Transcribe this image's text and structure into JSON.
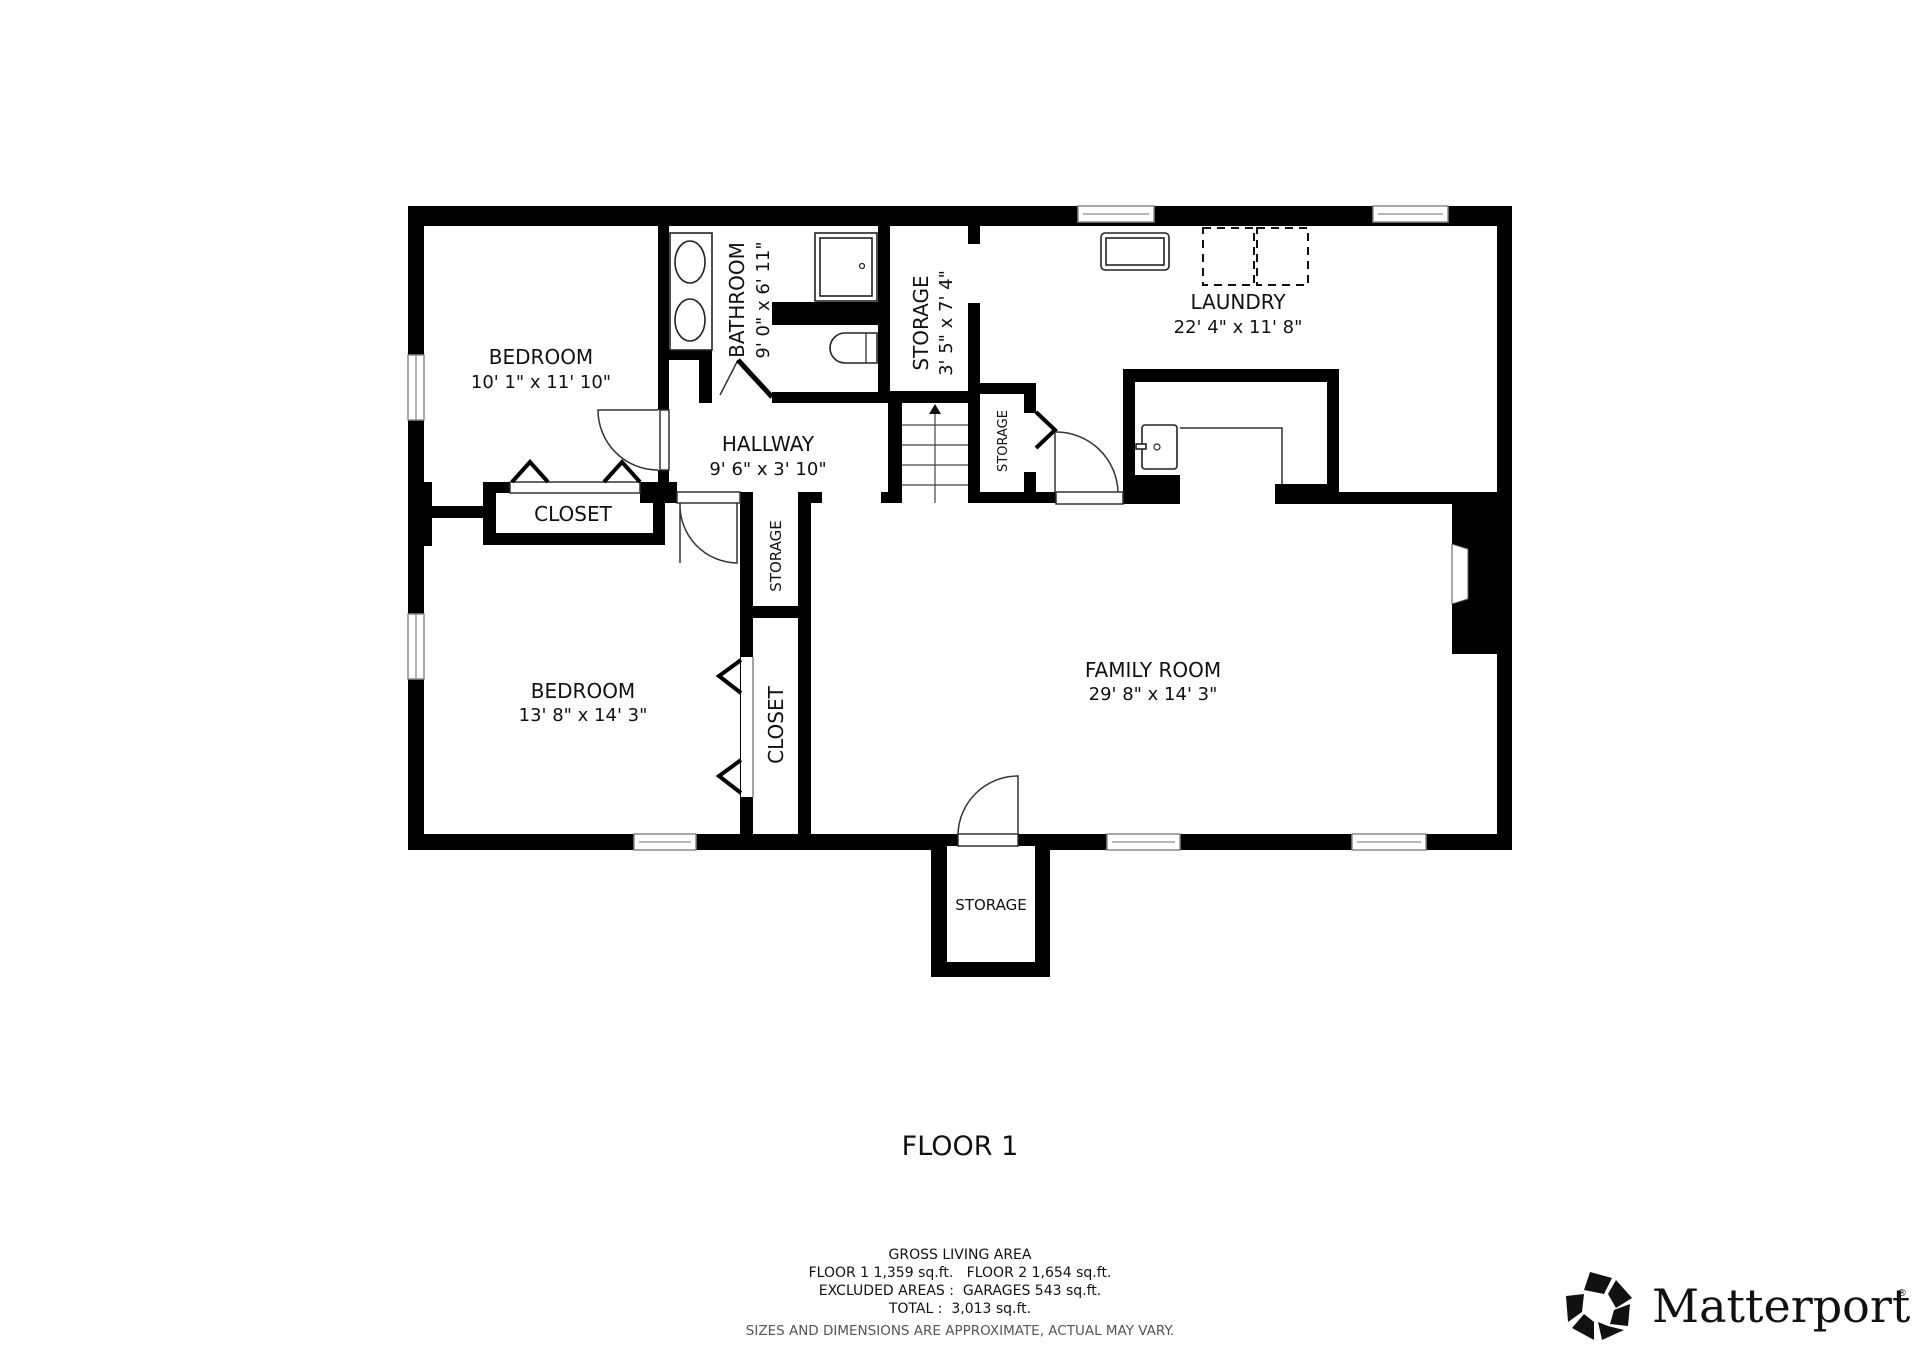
{
  "floor": {
    "title": "FLOOR 1",
    "rooms": [
      {
        "id": "bedroom-1",
        "name": "BEDROOM",
        "dims": "10' 1\" x 11' 10\""
      },
      {
        "id": "bathroom",
        "name": "BATHROOM",
        "dims": "9' 0\" x 6' 11\""
      },
      {
        "id": "storage-1",
        "name": "STORAGE",
        "dims": "3' 5\" x 7' 4\""
      },
      {
        "id": "hallway",
        "name": "HALLWAY",
        "dims": "9' 6\" x 3' 10\""
      },
      {
        "id": "laundry",
        "name": "LAUNDRY",
        "dims": "22' 4\" x 11' 8\""
      },
      {
        "id": "storage-2",
        "name": "STORAGE",
        "dims": ""
      },
      {
        "id": "closet-1",
        "name": "CLOSET",
        "dims": ""
      },
      {
        "id": "storage-3",
        "name": "STORAGE",
        "dims": ""
      },
      {
        "id": "bedroom-2",
        "name": "BEDROOM",
        "dims": "13' 8\" x 14' 3\""
      },
      {
        "id": "closet-2",
        "name": "CLOSET",
        "dims": ""
      },
      {
        "id": "family-room",
        "name": "FAMILY ROOM",
        "dims": "29' 8\" x 14' 3\""
      },
      {
        "id": "storage-4",
        "name": "STORAGE",
        "dims": ""
      }
    ]
  },
  "summary": {
    "heading": "GROSS LIVING AREA",
    "line1": "FLOOR 1 1,359 sq.ft.   FLOOR 2 1,654 sq.ft.",
    "line2": "EXCLUDED AREAS :  GARAGES 543 sq.ft.",
    "line3": "TOTAL :  3,013 sq.ft.",
    "disclaimer": "SIZES AND DIMENSIONS ARE APPROXIMATE, ACTUAL MAY VARY."
  },
  "brand": {
    "name": "Matterport",
    "registered": "®",
    "icon": "matterport-pentagon-logo-icon"
  },
  "colors": {
    "wall": "#000000",
    "background": "#ffffff",
    "text": "#111111",
    "disclaimer": "#555555"
  }
}
